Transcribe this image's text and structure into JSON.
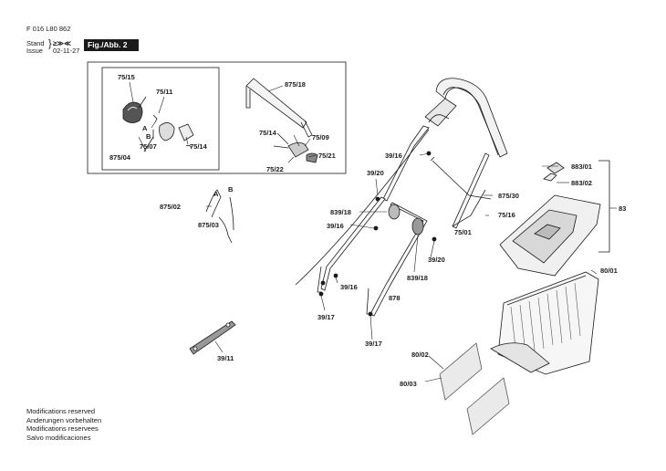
{
  "header": {
    "doc_number": "F 016 L80 862",
    "stand_label": "Stand",
    "issue_label": "Issue",
    "stand_mark": "≥≫≪",
    "issue_date": "02-11-27",
    "figure_label": "Fig./Abb. 2"
  },
  "footer_notes": [
    "Modifications reserved",
    "Anderungen vorbehalten",
    "Modifications reservees",
    "Salvo modificaciones"
  ],
  "parts": {
    "p75_15": "75/15",
    "p75_11": "75/11",
    "pA1": "A",
    "pB1": "B",
    "p75_07": "75/07",
    "p75_14a": "75/14",
    "p875_04": "875/04",
    "p875_18": "875/18",
    "p75_14b": "75/14",
    "p75_09": "75/09",
    "p75_21": "75/21",
    "p75_22": "75/22",
    "p39_16a": "39/16",
    "p39_20a": "39/20",
    "p839_18a": "839/18",
    "p39_16b": "39/16",
    "p875_30": "875/30",
    "p75_01": "75/01",
    "p75_16": "75/16",
    "p883_01": "883/01",
    "p883_02": "883/02",
    "p83": "83",
    "p875_02": "875/02",
    "pA2": "A",
    "pB2": "B",
    "p875_03": "875/03",
    "p39_20b": "39/20",
    "p839_18b": "839/18",
    "p39_16c": "39/16",
    "p878": "878",
    "p39_17a": "39/17",
    "p39_17b": "39/17",
    "p80_01": "80/01",
    "p39_11": "39/11",
    "p80_02": "80/02",
    "p80_03": "80/03"
  }
}
